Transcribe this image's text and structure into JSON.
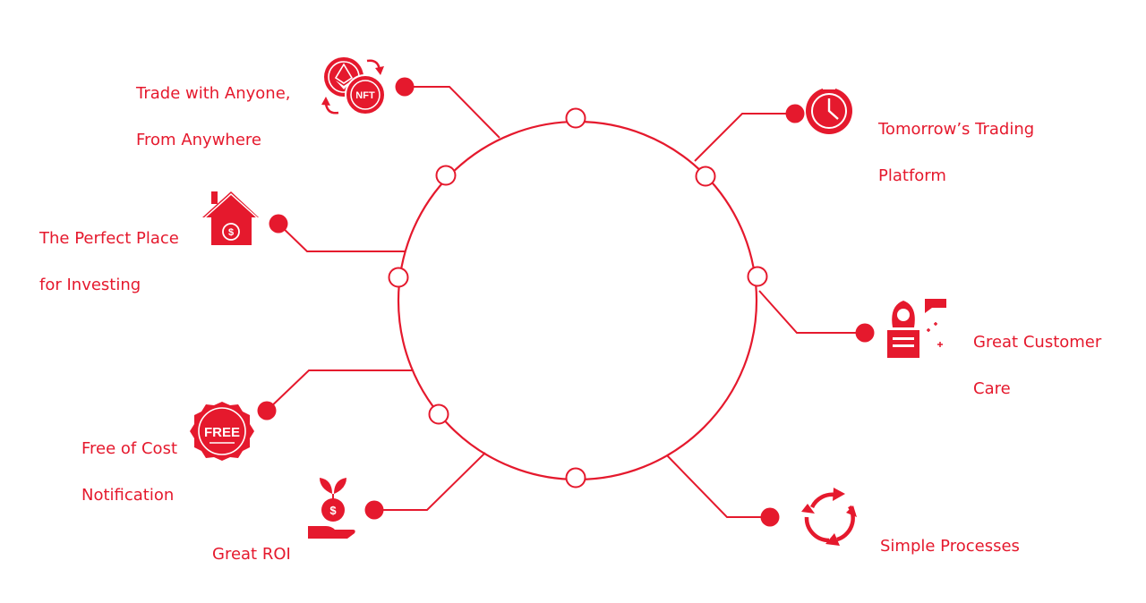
{
  "theme": {
    "accent": "#e5192d",
    "background": "#ffffff"
  },
  "features": [
    {
      "key": "trade",
      "lines": [
        "Trade with Anyone,",
        "From Anywhere"
      ],
      "icon": "nft-exchange-icon"
    },
    {
      "key": "tomorrow",
      "lines": [
        "Tomorrow’s Trading",
        "Platform"
      ],
      "icon": "clock-icon"
    },
    {
      "key": "perfect",
      "lines": [
        "The Perfect Place",
        "for Investing"
      ],
      "icon": "house-dollar-icon"
    },
    {
      "key": "care",
      "lines": [
        "Great Customer",
        "Care"
      ],
      "icon": "customer-support-icon"
    },
    {
      "key": "free",
      "lines": [
        "Free of Cost",
        "Notification"
      ],
      "icon": "free-badge-icon"
    },
    {
      "key": "roi",
      "lines": [
        "Great ROI"
      ],
      "icon": "money-plant-hand-icon"
    },
    {
      "key": "simple",
      "lines": [
        "Simple Processes"
      ],
      "icon": "refresh-arrows-icon"
    }
  ],
  "icon_text": {
    "nft": "NFT",
    "free": "FREE",
    "dollar": "$"
  }
}
